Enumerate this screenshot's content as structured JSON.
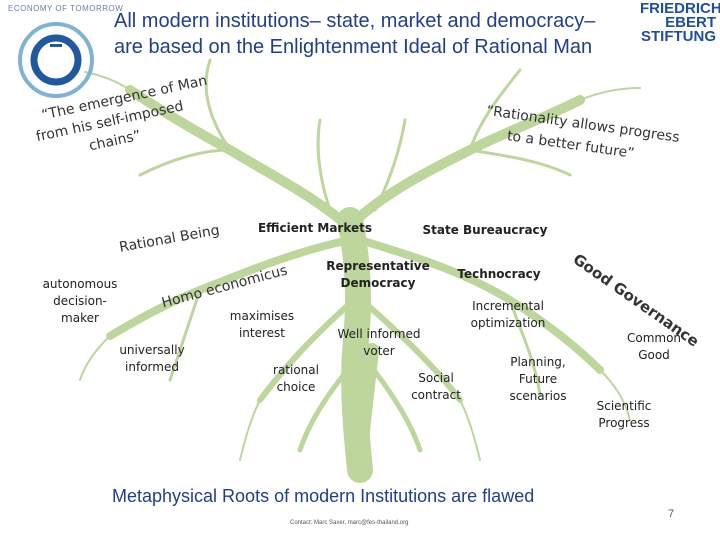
{
  "header": {
    "brand_tagline": "ECONOMY OF TOMORROW",
    "title_line1": "All modern institutions– state, market and democracy–",
    "title_line2": "are based on the Enlightenment Ideal of Rational Man",
    "org_line1": "FRIEDRICH",
    "org_line2": "EBERT",
    "org_line3": "STIFTUNG"
  },
  "quotes": {
    "left_1": "The emergence of Man",
    "left_2": "from his self-imposed",
    "left_3": "chains",
    "right_1": "“Rationality allows progress",
    "right_2": "to a better future”"
  },
  "left_branch": {
    "rational_being": "Rational Being",
    "homo_economicus_1": "Homo",
    "homo_economicus_2": "economicus",
    "autonomous_1": "autonomous",
    "autonomous_2": "decision-",
    "autonomous_3": "maker",
    "universally_1": "universally",
    "universally_2": "informed",
    "maximises_1": "maximises",
    "maximises_2": "interest",
    "rational_choice_1": "rational",
    "rational_choice_2": "choice"
  },
  "center": {
    "efficient_markets": "Efficient  Markets",
    "state_bureaucracy": "State Bureaucracy",
    "representative_1": "Representative",
    "representative_2": "Democracy",
    "well_informed_1": "Well informed",
    "well_informed_2": "voter",
    "social_contract_1": "Social",
    "social_contract_2": "contract"
  },
  "right_branch": {
    "technocracy": "Technocracy",
    "incremental_1": "Incremental",
    "incremental_2": "optimization",
    "planning_1": "Planning,",
    "planning_2": "Future",
    "planning_3": "scenarios",
    "good_governance": "Good Governance",
    "common_good_1": "Common",
    "common_good_2": "Good",
    "scientific_1": "Scientific",
    "scientific_2": "Progress"
  },
  "footer": {
    "title": "Metaphysical Roots of modern Institutions are flawed",
    "contact": "Contact: Marc Saxer, marc@fes-thailand.org",
    "page_number": "7"
  },
  "colors": {
    "title_blue": "#1f3f8a",
    "tree_green": "#b9d49a",
    "logo_blue": "#1f4f9c"
  }
}
